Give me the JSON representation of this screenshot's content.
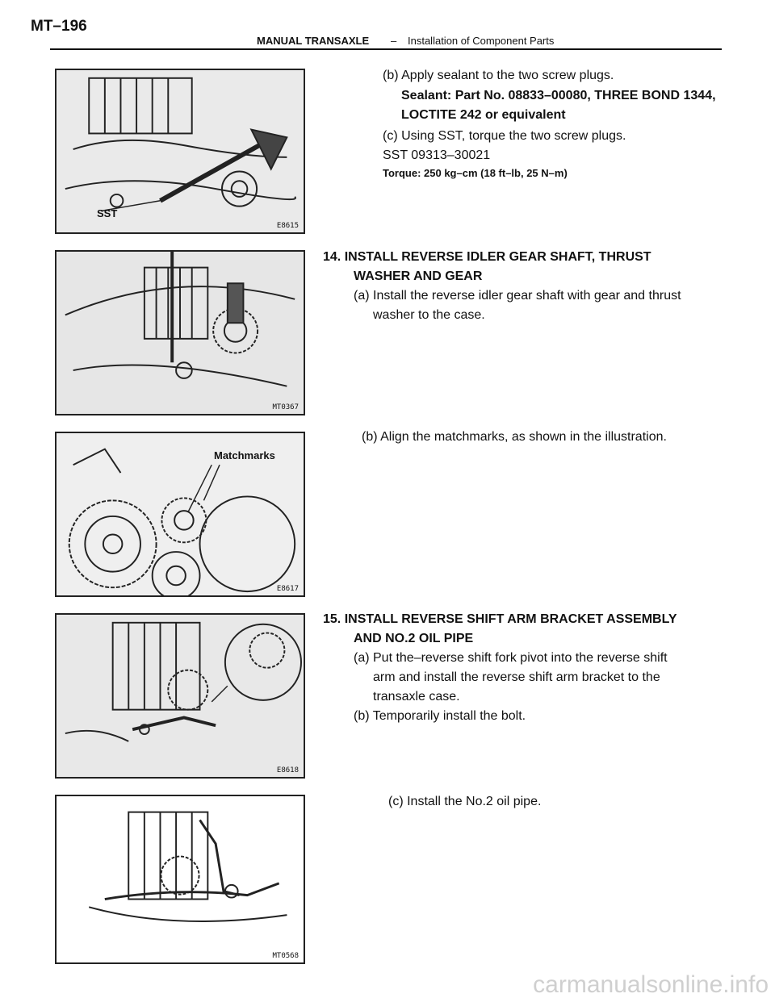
{
  "header": {
    "page_number": "MT–196",
    "section": "MANUAL TRANSAXLE",
    "separator": "–",
    "title": "Installation of Component Parts"
  },
  "figures": [
    {
      "code": "E8615",
      "callout": "SST"
    },
    {
      "code": "MT0367"
    },
    {
      "code": "E8617",
      "callout": "Matchmarks"
    },
    {
      "code": "E8618"
    },
    {
      "code": "MT0568"
    }
  ],
  "steps": {
    "b_sealant": "(b) Apply sealant to the two screw plugs.",
    "sealant_line1": "Sealant: Part No. 08833–00080, THREE BOND 1344,",
    "sealant_line2": "LOCTITE 242 or equivalent",
    "c_sst": "(c) Using SST, torque the two screw plugs.",
    "sst_number": "SST  09313–30021",
    "torque": "Torque: 250 kg–cm (18 ft–lb, 25 N–m)",
    "step14_line1": "14. INSTALL REVERSE IDLER GEAR SHAFT, THRUST",
    "step14_line2": "WASHER AND GEAR",
    "step14_a_line1": "(a) Install the reverse idler gear shaft with gear and thrust",
    "step14_a_line2": "washer to the case.",
    "step14_b": "(b) Align the matchmarks, as shown in the illustration.",
    "step15_line1": "15. INSTALL REVERSE SHIFT ARM BRACKET ASSEMBLY",
    "step15_line2": "AND NO.2 OIL PIPE",
    "step15_a_line1": "(a) Put the–reverse shift fork pivot into the reverse shift",
    "step15_a_line2": "arm and install the reverse shift arm bracket to the",
    "step15_a_line3": "transaxle case.",
    "step15_b": "(b) Temporarily install the bolt.",
    "step15_c": "(c) Install the No.2 oil pipe."
  },
  "footer": {
    "watermark": "carmanualsonline.info"
  }
}
